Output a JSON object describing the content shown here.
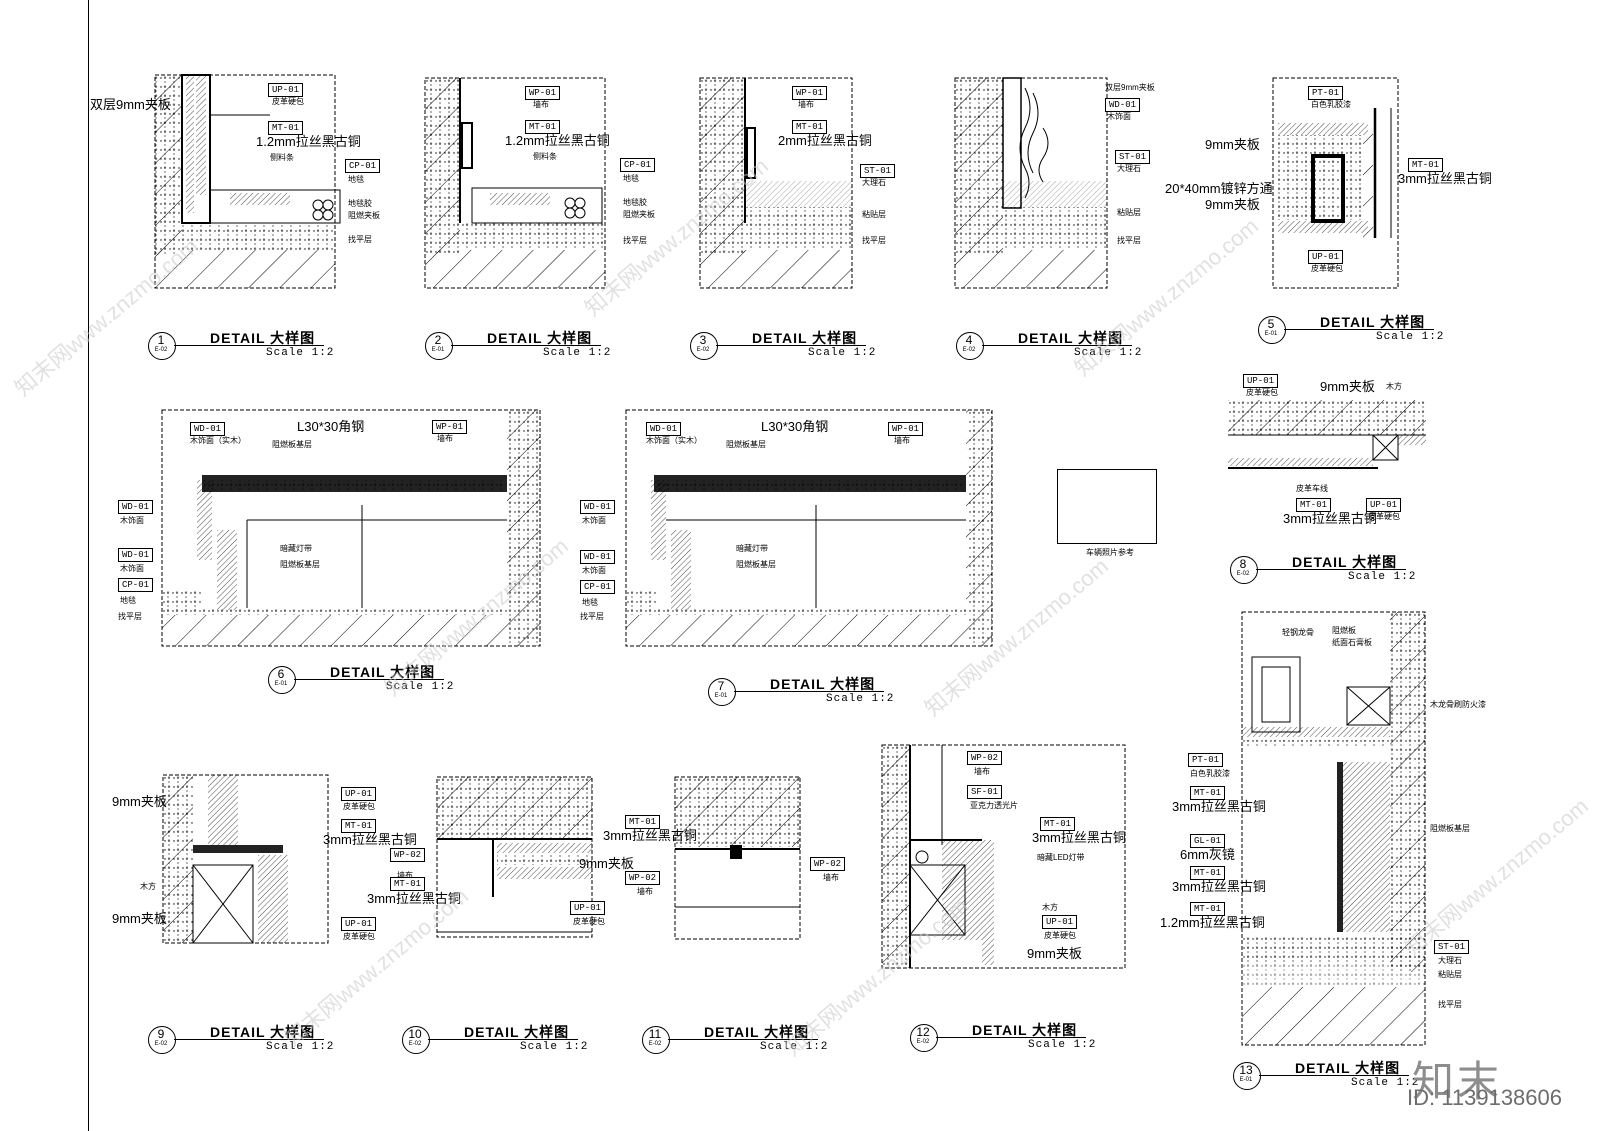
{
  "details": [
    {
      "num": "1",
      "ref": "E-02",
      "name": "DETAIL 大样图",
      "scale": "Scale 1:2",
      "tags": [
        "UP-01",
        "MT-01",
        "CP-01"
      ],
      "notes": [
        "双层9mm夹板",
        "皮革硬包",
        "1.2mm拉丝黑古铜",
        "侧料条",
        "地毯",
        "地毯胶",
        "阻燃夹板",
        "找平层"
      ]
    },
    {
      "num": "2",
      "ref": "E-01",
      "name": "DETAIL 大样图",
      "scale": "Scale 1:2",
      "tags": [
        "WP-01",
        "MT-01",
        "CP-01"
      ],
      "notes": [
        "墙布",
        "1.2mm拉丝黑古铜",
        "侧料条",
        "地毯",
        "地毯胶",
        "阻燃夹板",
        "找平层"
      ]
    },
    {
      "num": "3",
      "ref": "E-02",
      "name": "DETAIL 大样图",
      "scale": "Scale 1:2",
      "tags": [
        "WP-01",
        "MT-01",
        "ST-01"
      ],
      "notes": [
        "墙布",
        "2mm拉丝黑古铜",
        "大理石",
        "粘贴层",
        "找平层"
      ]
    },
    {
      "num": "4",
      "ref": "E-02",
      "name": "DETAIL 大样图",
      "scale": "Scale 1:2",
      "tags": [
        "WD-01",
        "ST-01"
      ],
      "notes": [
        "双层9mm夹板",
        "木饰面",
        "大理石",
        "粘贴层",
        "找平层"
      ]
    },
    {
      "num": "5",
      "ref": "E-01",
      "name": "DETAIL 大样图",
      "scale": "Scale 1:2",
      "tags": [
        "PT-01",
        "MT-01",
        "UP-01"
      ],
      "notes": [
        "白色乳胶漆",
        "9mm夹板",
        "3mm拉丝黑古铜",
        "20*40mm镀锌方通",
        "9mm夹板",
        "皮革硬包"
      ]
    },
    {
      "num": "6",
      "ref": "E-01",
      "name": "DETAIL 大样图",
      "scale": "Scale 1:2",
      "tags": [
        "WD-01",
        "WP-01",
        "WD-01",
        "WD-01",
        "CP-01"
      ],
      "notes": [
        "木饰面（实木）",
        "L30*30角钢",
        "阻燃板基层",
        "墙布",
        "木饰面",
        "暗藏灯带",
        "阻燃板基层",
        "木饰面",
        "地毯",
        "找平层"
      ]
    },
    {
      "num": "7",
      "ref": "E-01",
      "name": "DETAIL 大样图",
      "scale": "Scale 1:2",
      "tags": [
        "WD-01",
        "WP-01",
        "WD-01",
        "WD-01",
        "CP-01"
      ],
      "notes": [
        "木饰面（实木）",
        "L30*30角钢",
        "阻燃板基层",
        "墙布",
        "木饰面",
        "暗藏灯带",
        "阻燃板基层",
        "木饰面",
        "地毯",
        "找平层"
      ]
    },
    {
      "num": "8",
      "ref": "E-02",
      "name": "DETAIL 大样图",
      "scale": "Scale 1:2",
      "tags": [
        "UP-01",
        "MT-01",
        "UP-01"
      ],
      "notes": [
        "皮革硬包",
        "9mm夹板",
        "木方",
        "皮革车线",
        "3mm拉丝黑古铜",
        "皮革硬包"
      ]
    },
    {
      "num": "9",
      "ref": "E-02",
      "name": "DETAIL 大样图",
      "scale": "Scale 1:2",
      "tags": [
        "UP-01",
        "MT-01",
        "UP-01"
      ],
      "notes": [
        "9mm夹板",
        "皮革硬包",
        "3mm拉丝黑古铜",
        "木方",
        "9mm夹板",
        "皮革硬包"
      ]
    },
    {
      "num": "10",
      "ref": "E-02",
      "name": "DETAIL 大样图",
      "scale": "Scale 1:2",
      "tags": [
        "WP-02",
        "MT-01",
        "UP-01"
      ],
      "notes": [
        "墙布",
        "3mm拉丝黑古铜",
        "9mm夹板",
        "皮革硬包"
      ]
    },
    {
      "num": "11",
      "ref": "E-02",
      "name": "DETAIL 大样图",
      "scale": "Scale 1:2",
      "tags": [
        "MT-01",
        "WP-02",
        "WP-02"
      ],
      "notes": [
        "3mm拉丝黑古铜",
        "墙布",
        "墙布"
      ]
    },
    {
      "num": "12",
      "ref": "E-02",
      "name": "DETAIL 大样图",
      "scale": "Scale 1:2",
      "tags": [
        "WP-02",
        "SF-01",
        "MT-01",
        "UP-01"
      ],
      "notes": [
        "墙布",
        "亚克力透光片",
        "3mm拉丝黑古铜",
        "暗藏LED灯带",
        "木方",
        "皮革硬包",
        "9mm夹板"
      ]
    },
    {
      "num": "13",
      "ref": "E-01",
      "name": "DETAIL 大样图",
      "scale": "Scale 1:2",
      "tags": [
        "PT-01",
        "MT-01",
        "GL-01",
        "MT-01",
        "MT-01",
        "ST-01"
      ],
      "notes": [
        "轻钢龙骨",
        "阻燃板",
        "纸面石膏板",
        "木龙骨刷防火漆",
        "白色乳胶漆",
        "3mm拉丝黑古铜",
        "阻燃板基层",
        "6mm灰镜",
        "3mm拉丝黑古铜",
        "1.2mm拉丝黑古铜",
        "大理石",
        "粘贴层",
        "找平层"
      ]
    }
  ],
  "reference_box_label": "车辆照片参考",
  "watermark_text": "知末网www.znzmo.com",
  "logo": "知末",
  "id_text": "ID: 1139138606"
}
